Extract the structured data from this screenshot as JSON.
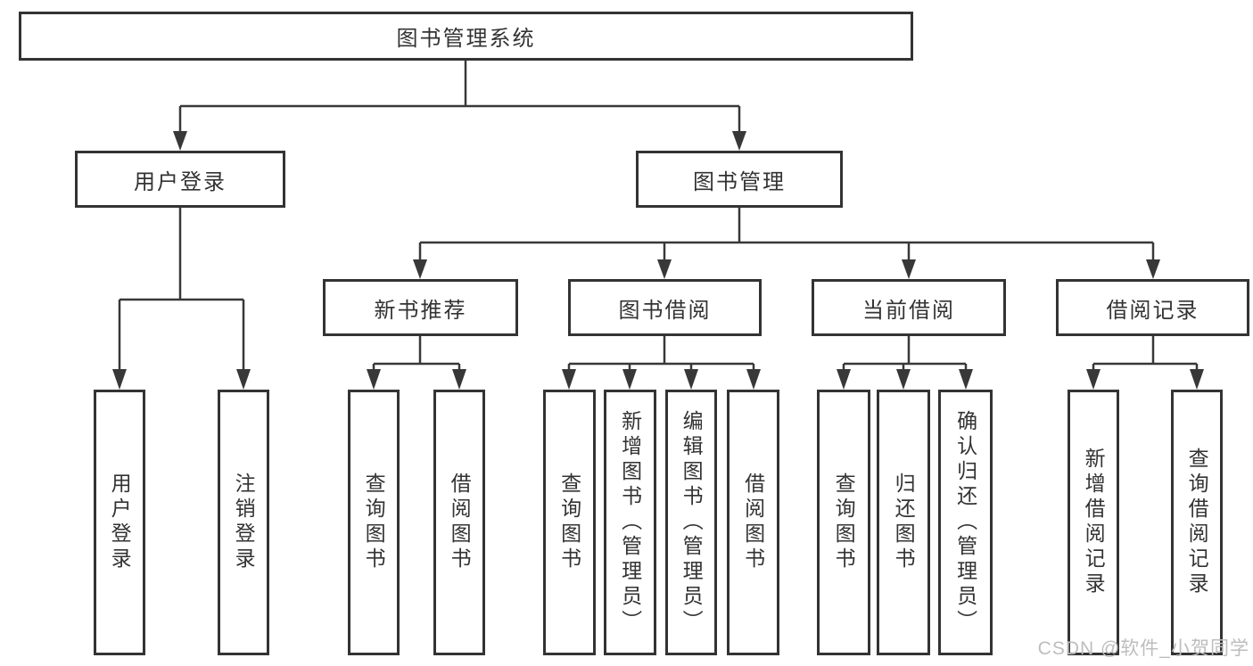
{
  "diagram": {
    "title": "图书管理系统",
    "nodes": {
      "root": {
        "label": "图书管理系统"
      },
      "user_login_group": {
        "label": "用户登录"
      },
      "book_mgmt": {
        "label": "图书管理"
      },
      "new_book_rec": {
        "label": "新书推荐"
      },
      "book_borrow": {
        "label": "图书借阅"
      },
      "current_borrow": {
        "label": "当前借阅"
      },
      "borrow_records": {
        "label": "借阅记录"
      },
      "user_login": {
        "label": "用户登录"
      },
      "logout": {
        "label": "注销登录"
      },
      "query_books_1": {
        "label": "查询图书"
      },
      "borrow_books_1": {
        "label": "借阅图书"
      },
      "query_books_2": {
        "label": "查询图书"
      },
      "add_books": {
        "label": "新增图书（管理员）"
      },
      "edit_books": {
        "label": "编辑图书（管理员）"
      },
      "borrow_books_2": {
        "label": "借阅图书"
      },
      "query_books_3": {
        "label": "查询图书"
      },
      "return_books": {
        "label": "归还图书"
      },
      "confirm_return": {
        "label": "确认归还（管理员）"
      },
      "add_borrow_record": {
        "label": "新增借阅记录"
      },
      "query_borrow_record": {
        "label": "查询借阅记录"
      }
    },
    "edges": [
      {
        "from": "root",
        "to": "user_login_group"
      },
      {
        "from": "root",
        "to": "book_mgmt"
      },
      {
        "from": "user_login_group",
        "to": "user_login"
      },
      {
        "from": "user_login_group",
        "to": "logout"
      },
      {
        "from": "book_mgmt",
        "to": "new_book_rec"
      },
      {
        "from": "book_mgmt",
        "to": "book_borrow"
      },
      {
        "from": "book_mgmt",
        "to": "current_borrow"
      },
      {
        "from": "book_mgmt",
        "to": "borrow_records"
      },
      {
        "from": "new_book_rec",
        "to": "query_books_1"
      },
      {
        "from": "new_book_rec",
        "to": "borrow_books_1"
      },
      {
        "from": "book_borrow",
        "to": "query_books_2"
      },
      {
        "from": "book_borrow",
        "to": "add_books"
      },
      {
        "from": "book_borrow",
        "to": "edit_books"
      },
      {
        "from": "book_borrow",
        "to": "borrow_books_2"
      },
      {
        "from": "current_borrow",
        "to": "query_books_3"
      },
      {
        "from": "current_borrow",
        "to": "return_books"
      },
      {
        "from": "current_borrow",
        "to": "confirm_return"
      },
      {
        "from": "borrow_records",
        "to": "add_borrow_record"
      },
      {
        "from": "borrow_records",
        "to": "query_borrow_record"
      }
    ],
    "colors": {
      "line": "#383838",
      "box_border": "#333333",
      "box_background": "#ffffff",
      "text": "#333333",
      "watermark": "#bdbdbd"
    }
  },
  "watermark": {
    "text": "CSDN @软件_小贺同学"
  }
}
